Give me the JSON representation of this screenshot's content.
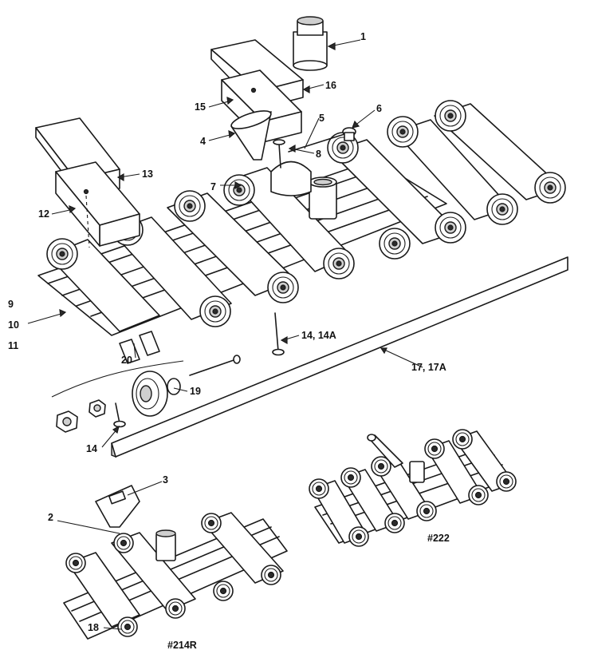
{
  "labels": {
    "p1": "1",
    "p2": "2",
    "p3": "3",
    "p4": "4",
    "p5": "5",
    "p6": "6",
    "p7": "7",
    "p8": "8",
    "p9": "9",
    "p10": "10",
    "p11": "11",
    "p12": "12",
    "p13": "13",
    "p14a": "14, 14A",
    "p14": "14",
    "p15": "15",
    "p16": "16",
    "p17": "17, 17A",
    "p18": "18",
    "p19": "19",
    "p20": "20"
  },
  "models": {
    "m214r": "#214R",
    "m222": "#222"
  }
}
